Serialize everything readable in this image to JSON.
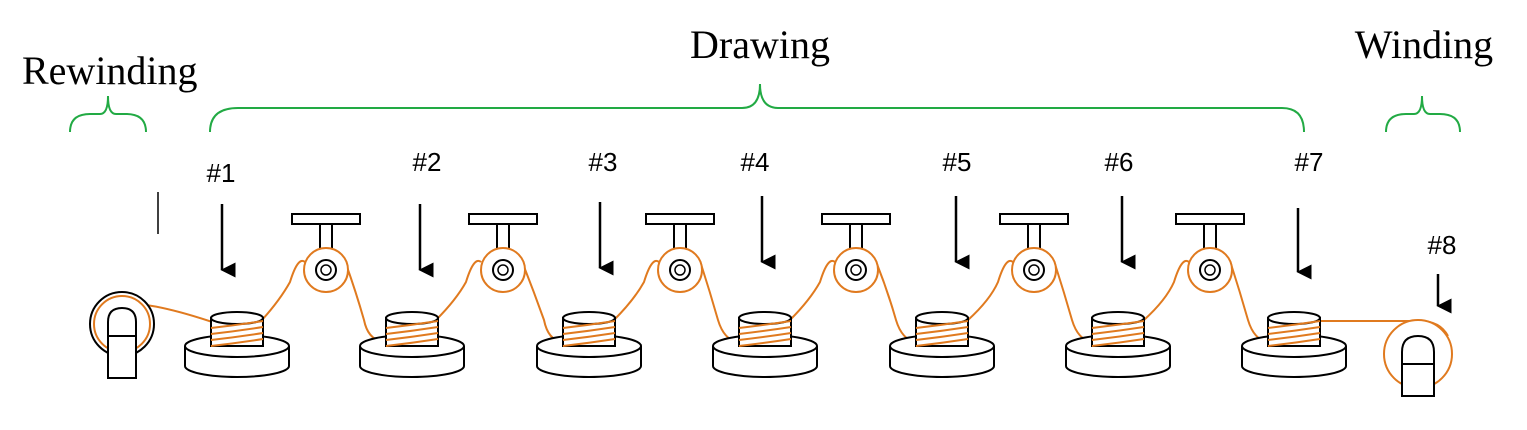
{
  "sections": {
    "rewinding": "Rewinding",
    "drawing": "Drawing",
    "winding": "Winding"
  },
  "stages": [
    "#1",
    "#2",
    "#3",
    "#4",
    "#5",
    "#6",
    "#7",
    "#8"
  ],
  "colors": {
    "wire": "#E07A1F",
    "brace": "#22AA44",
    "outline": "#000000"
  },
  "components": {
    "drawing_capstans": 7,
    "guide_pulleys": 6
  }
}
